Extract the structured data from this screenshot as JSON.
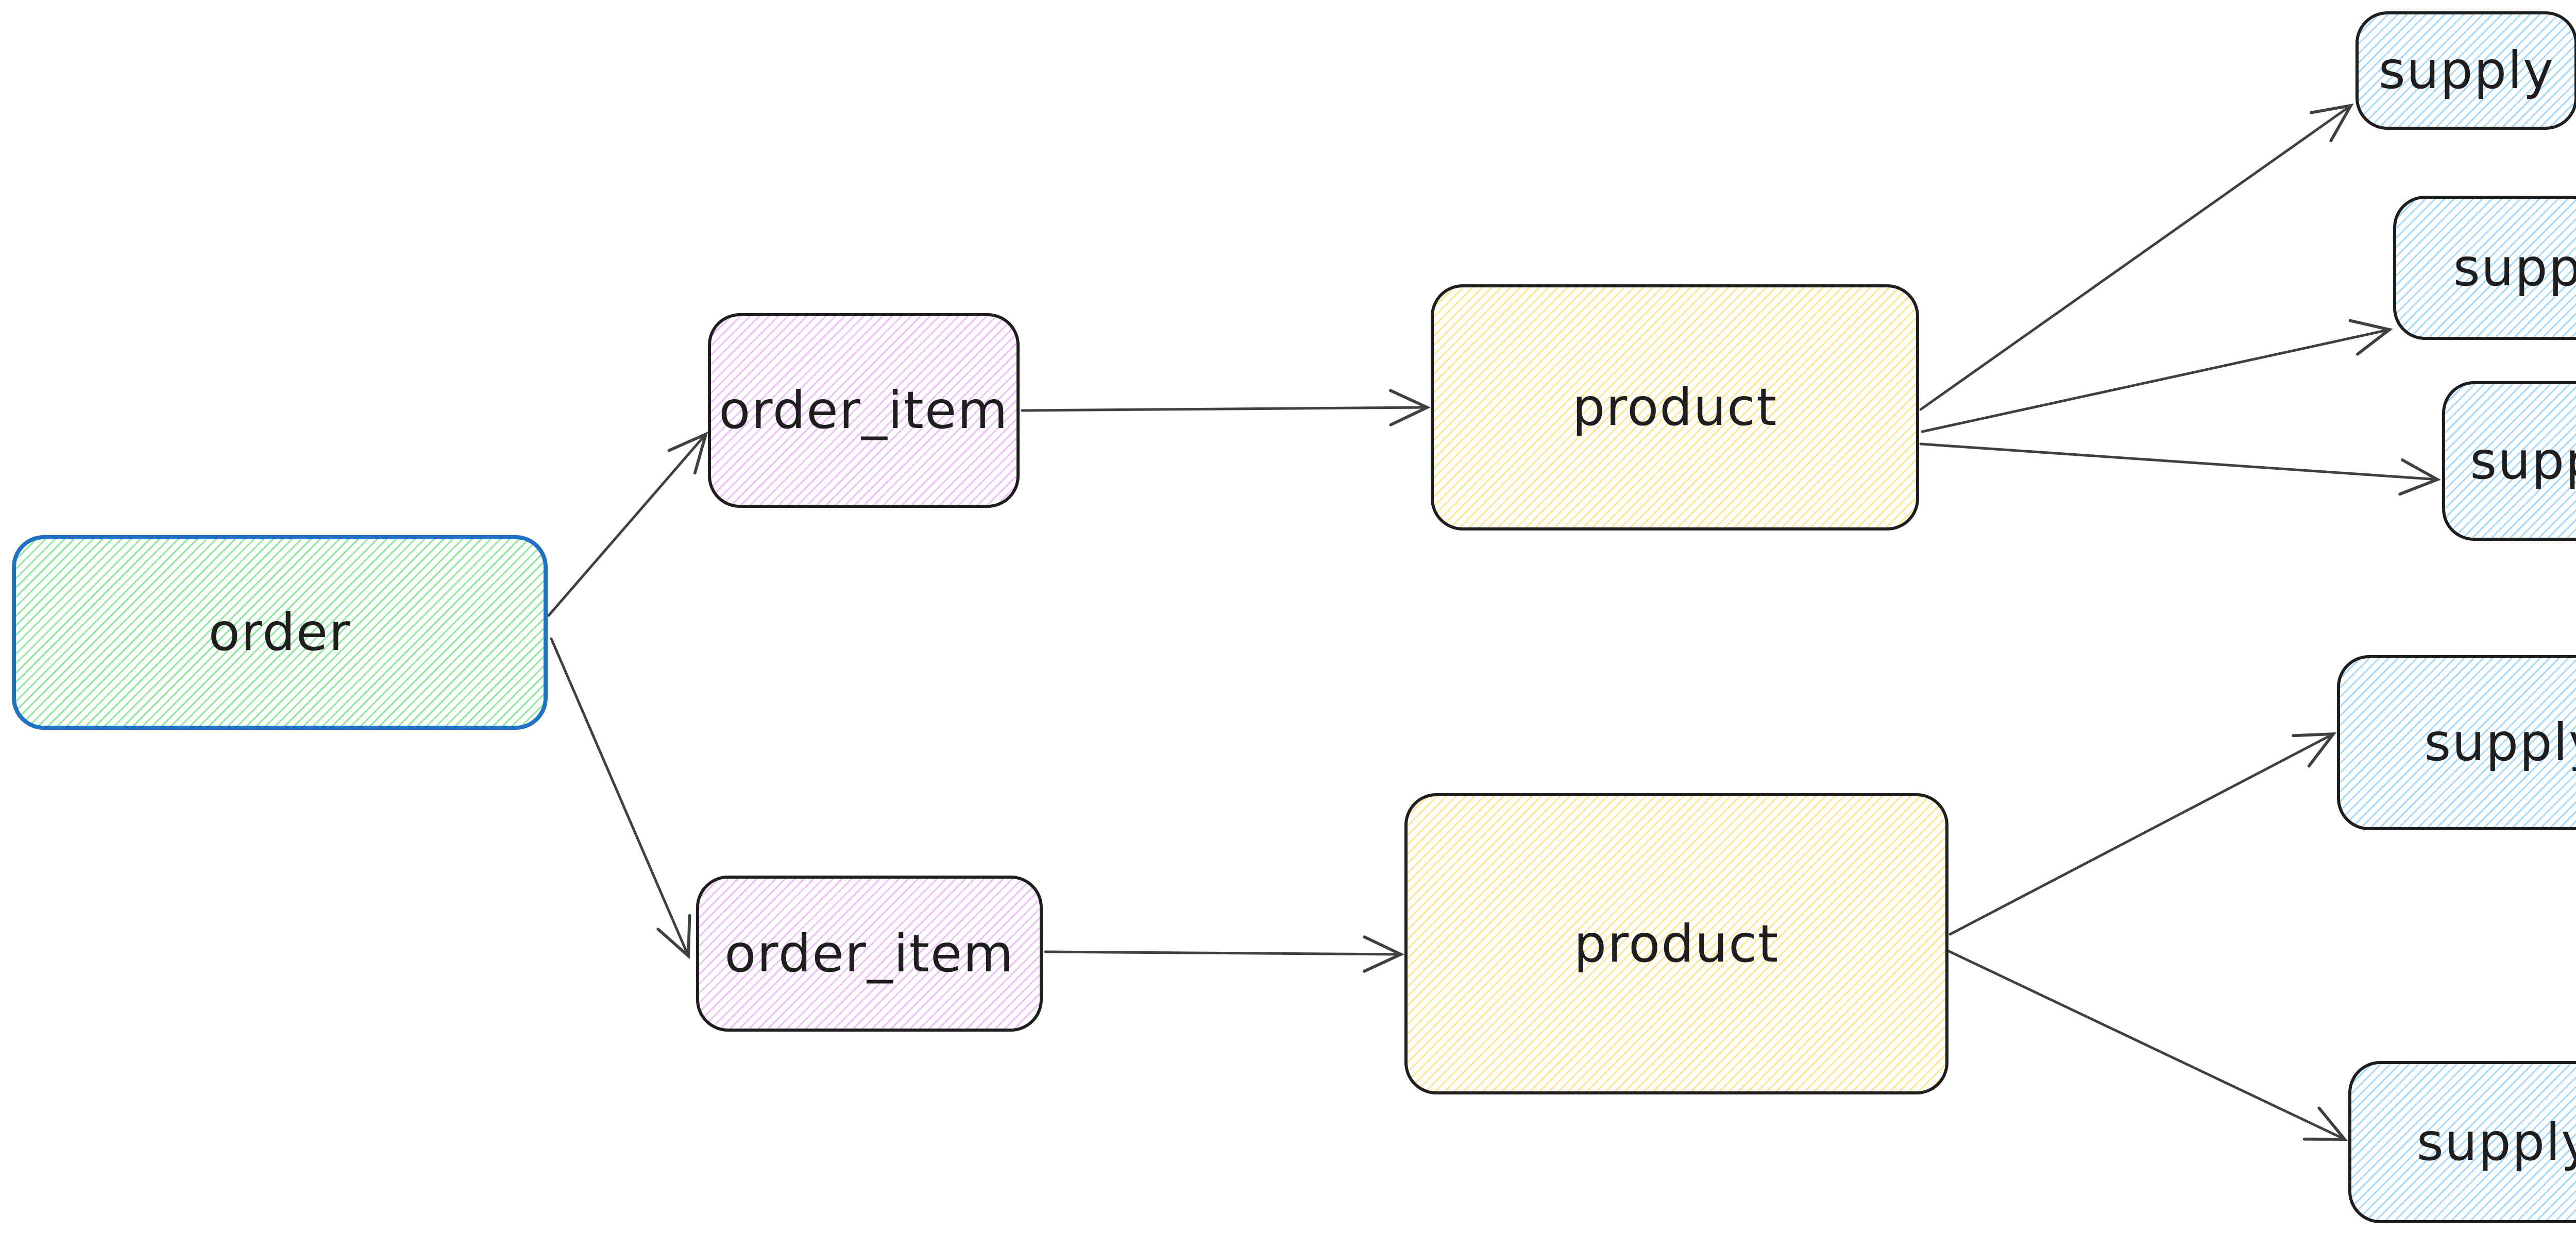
{
  "diagram": {
    "nodes": {
      "order": {
        "label": "order"
      },
      "order_item_top": {
        "label": "order_item"
      },
      "order_item_bottom": {
        "label": "order_item"
      },
      "product_top": {
        "label": "product"
      },
      "product_bottom": {
        "label": "product"
      },
      "supply_1": {
        "label": "supply"
      },
      "supply_2": {
        "label": "supply"
      },
      "supply_3": {
        "label": "supply"
      },
      "supply_4": {
        "label": "supply"
      },
      "supply_5": {
        "label": "supply"
      }
    },
    "edges": [
      {
        "from": "order",
        "to": "order_item_top"
      },
      {
        "from": "order",
        "to": "order_item_bottom"
      },
      {
        "from": "order_item_top",
        "to": "product_top"
      },
      {
        "from": "order_item_bottom",
        "to": "product_bottom"
      },
      {
        "from": "product_top",
        "to": "supply_1"
      },
      {
        "from": "product_top",
        "to": "supply_2"
      },
      {
        "from": "product_top",
        "to": "supply_3"
      },
      {
        "from": "product_bottom",
        "to": "supply_4"
      },
      {
        "from": "product_bottom",
        "to": "supply_5"
      }
    ]
  },
  "colors": {
    "background": "#ffffff",
    "order_border": "#1f72c4",
    "order_fill_line": "#8ce99a",
    "dark_border": "#1e1e1e",
    "order_item_fill_line": "#eebefa",
    "product_fill_line": "#ffe58f",
    "supply_fill_line": "#a5d8ff",
    "arrow": "#404040",
    "label": "#1e1e1e"
  }
}
